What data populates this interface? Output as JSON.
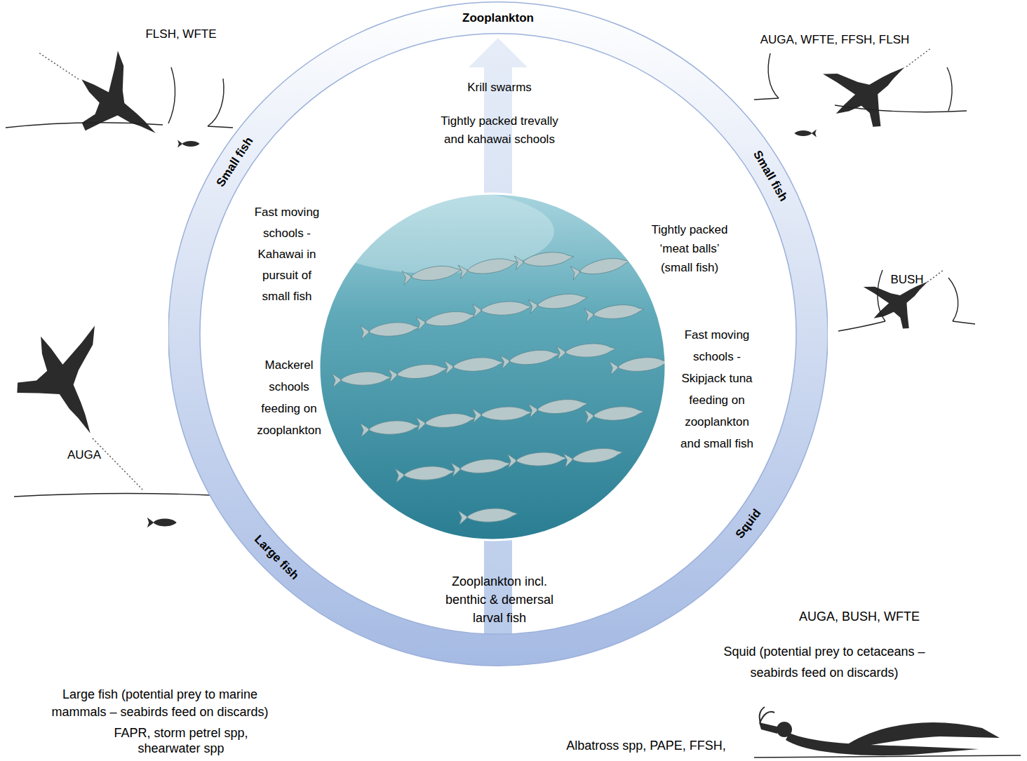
{
  "diagram": {
    "nodes": [
      {
        "text": [
          "Zooplankton",
          "Small fish",
          "Squid",
          "Large fish",
          "Small fish"
        ]
      }
    ],
    "labels": [
      "FLSH, WFTE",
      "AUGA, WFTE, FFSH, FLSH",
      "Krill swarms",
      "Tightly packed trevally and kahawai schools",
      "Fast moving schools - Kahawai in pursuit of small fish",
      "Tightly packed ‘meat balls’ (small fish)",
      "BUSH",
      "Fast moving schools - Skipjack tuna feeding on zooplankton and small fish",
      "AUGA",
      "Mackerel schools feeding on zooplankton",
      "Zooplankton incl. benthic & demersal larval fish",
      "AUGA, BUSH, WFTE",
      "Squid (potential prey to cetaceans – seabirds feed on discards)",
      "Large fish (potential prey to marine mammals – seabirds feed on discards)",
      "FAPR, storm petrel spp, shearwater spp",
      "Albatross spp, PAPE, FFSH,"
    ]
  }
}
